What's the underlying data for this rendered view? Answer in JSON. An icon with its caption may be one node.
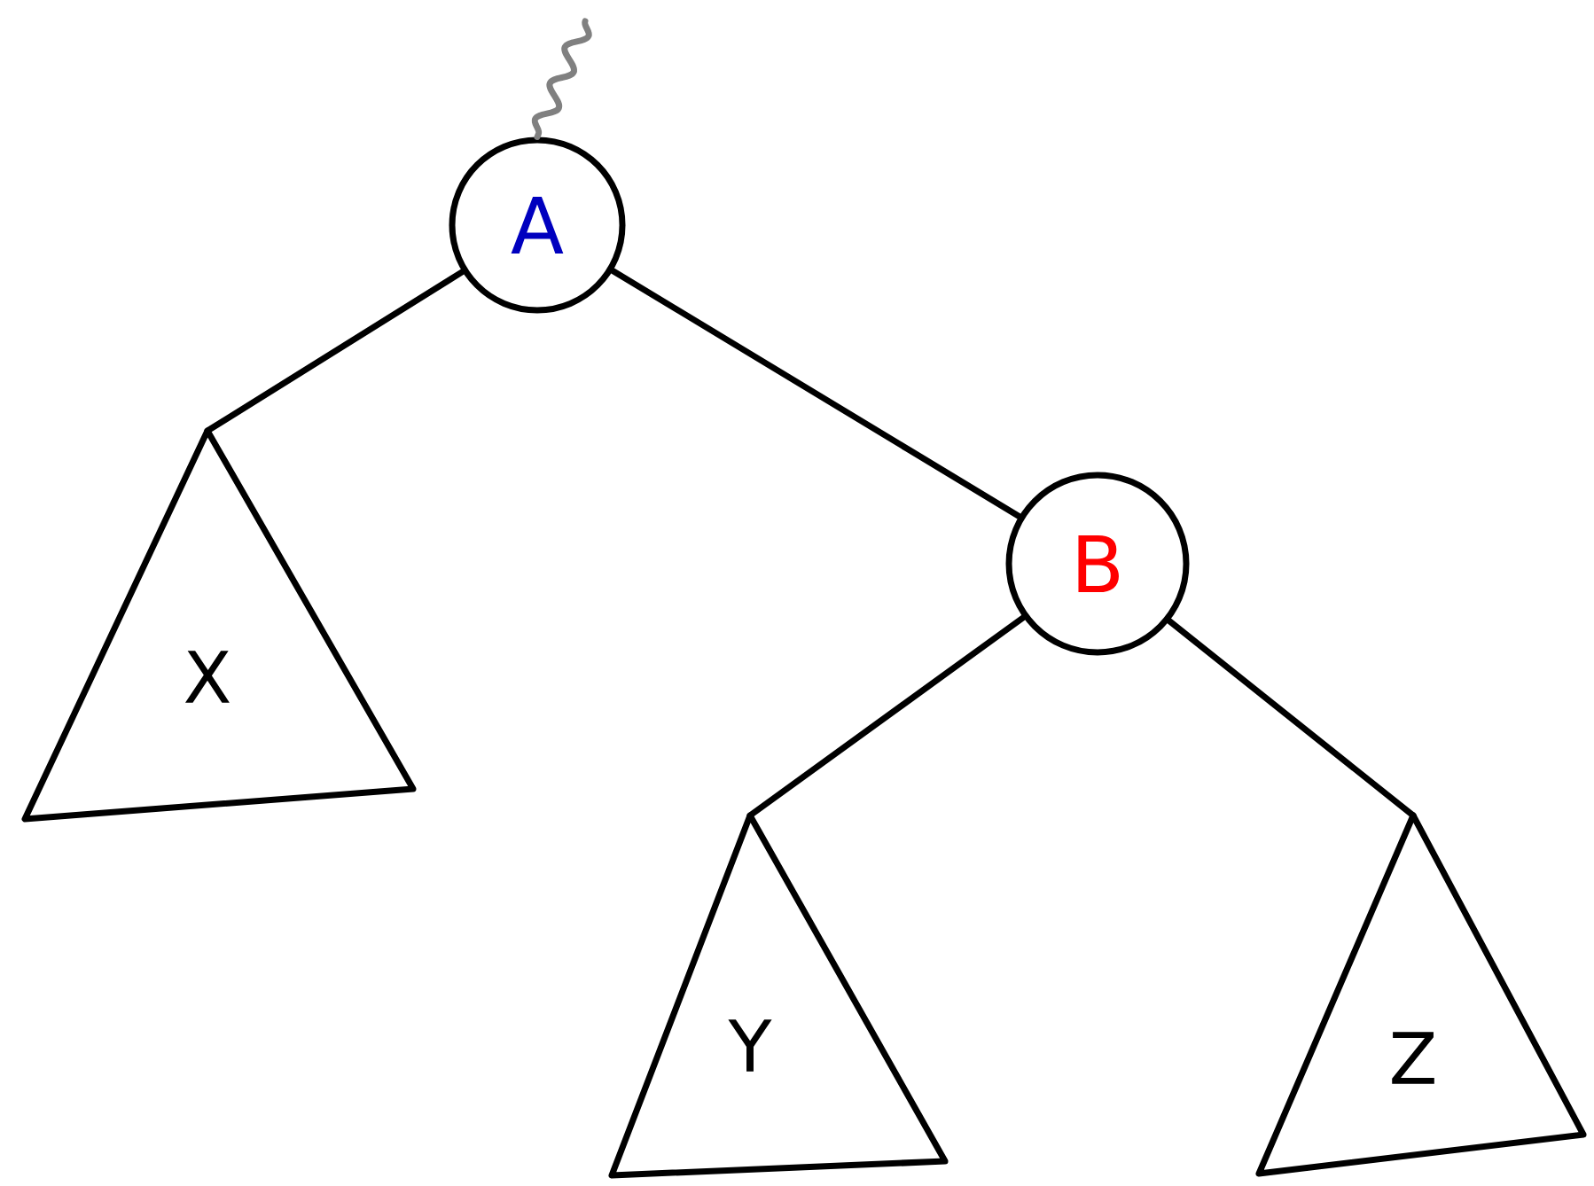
{
  "diagram": {
    "nodes": [
      {
        "text": [
          "A"
        ]
      },
      {
        "text": [
          "B"
        ]
      },
      {
        "text": [
          "X"
        ]
      },
      {
        "text": [
          "Y"
        ]
      },
      {
        "text": [
          "Z"
        ]
      }
    ],
    "edges": [
      {
        "from": null,
        "to": 0,
        "arrow": "none",
        "color": "#808080"
      },
      {
        "from": 0,
        "to": 2,
        "arrow": "none"
      },
      {
        "from": 0,
        "to": 1,
        "arrow": "none"
      },
      {
        "from": 1,
        "to": 3,
        "arrow": "none"
      },
      {
        "from": 1,
        "to": 4,
        "arrow": "none"
      }
    ]
  }
}
